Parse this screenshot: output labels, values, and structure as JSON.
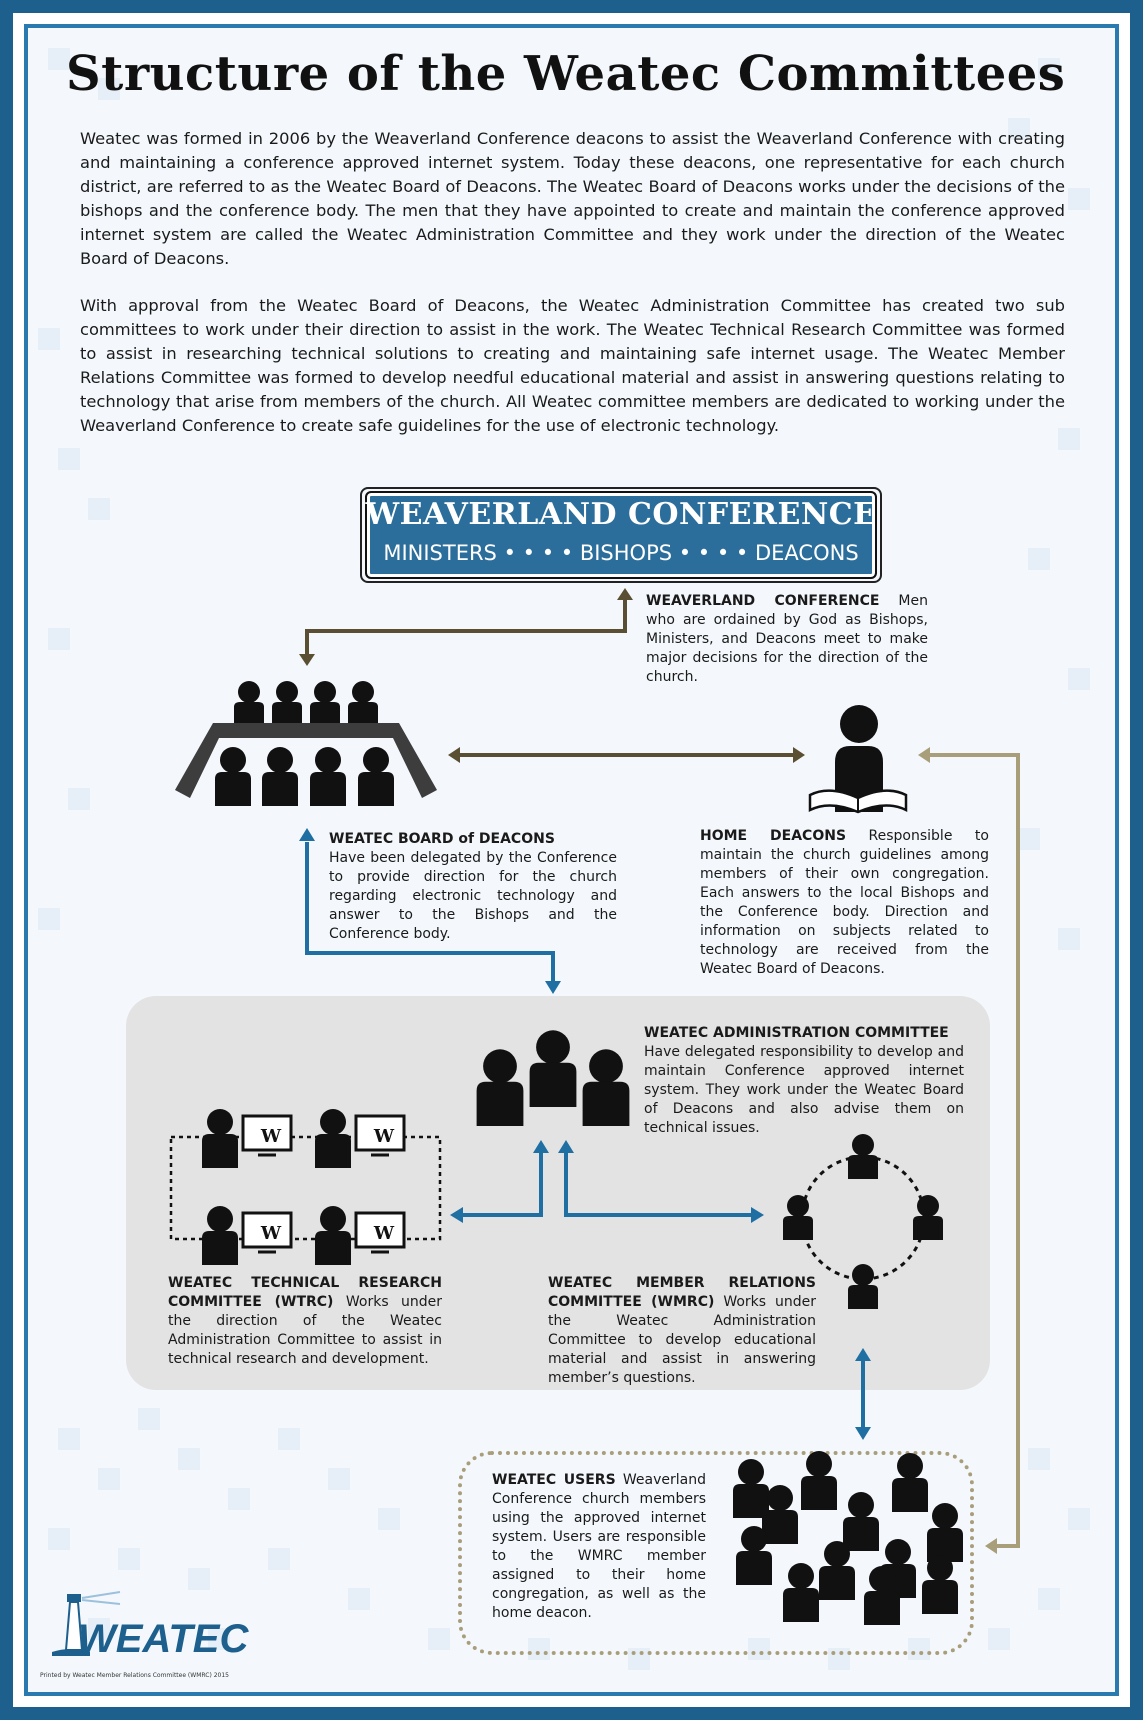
{
  "title": "Structure of the Weatec Committees",
  "intro": [
    "Weatec was formed in 2006 by the Weaverland Conference deacons to assist the Weaverland Conference with creating and maintaining a conference approved internet system. Today these deacons, one representative for each church district, are referred to as the Weatec Board of Deacons. The Weatec Board of Deacons works under the decisions of the bishops and the conference body. The men that they have appointed to create and maintain the conference approved internet system are called the Weatec Administration Committee and they work under the direction of the Weatec Board of Deacons.",
    "With approval from the Weatec Board of Deacons, the Weatec Administration Committee has created two sub committees to work under their direction to assist in the work. The Weatec Technical Research Committee was formed to assist in researching technical solutions to creating and maintaining safe internet usage. The Weatec Member Relations Committee was formed to develop needful educational material and assist in answering questions relating to technology that arise from members of the church. All Weatec committee members are dedicated to working under the Weaverland Conference to create safe guidelines for the use of electronic technology."
  ],
  "conference_box": {
    "title": "WEAVERLAND CONFERENCE",
    "subtitle": "MINISTERS • • • • BISHOPS • • • • DEACONS"
  },
  "nodes": {
    "conference": {
      "heading": "WEAVERLAND CONFERENCE",
      "text": "Men who are ordained by God as Bishops, Ministers, and Deacons meet to make major decisions for the direction of the church."
    },
    "board": {
      "heading": "WEATEC BOARD of DEACONS",
      "text": "Have been delegated by the Conference to provide direction for the church regarding electronic technology and answer to the Bishops and the Conference body."
    },
    "home_deacons": {
      "heading": "HOME DEACONS",
      "text": "Responsible to maintain the church guidelines among members of their own congregation. Each answers to the local Bishops and the Conference body. Direction and information on subjects related to technology are received from the Weatec Board of Deacons."
    },
    "admin": {
      "heading": "WEATEC ADMINISTRATION COMMITTEE",
      "text": "Have delegated responsibility to develop and maintain Conference approved internet system. They work under the Weatec Board of Deacons and also advise them on technical issues."
    },
    "wtrc": {
      "heading": "WEATEC TECHNICAL RESEARCH COMMITTEE (WTRC)",
      "text": "Works under the direction of the Weatec Administration Committee to assist in technical research and development."
    },
    "wmrc": {
      "heading": "WEATEC MEMBER RELATIONS COMMITTEE (WMRC)",
      "text": "Works under the Weatec Administration Committee to develop educational material and assist in answering member’s questions."
    },
    "users": {
      "heading": "WEATEC USERS",
      "text": "Weaverland Conference church members using the approved internet system. Users are responsible to the WMRC member assigned to their home congregation, as well as the home deacon."
    }
  },
  "monitor_letter": "W",
  "logo": {
    "text": "WEATEC",
    "icon": "lighthouse-icon"
  },
  "footer": "Printed by Weatec Member Relations Committee (WMRC) 2015",
  "colors": {
    "frame": "#1d5f8d",
    "accent_blue": "#2c6e9b",
    "arrow_blue": "#1f6fa3",
    "arrow_olive": "#5a4f32",
    "arrow_tan": "#a99e7a"
  }
}
